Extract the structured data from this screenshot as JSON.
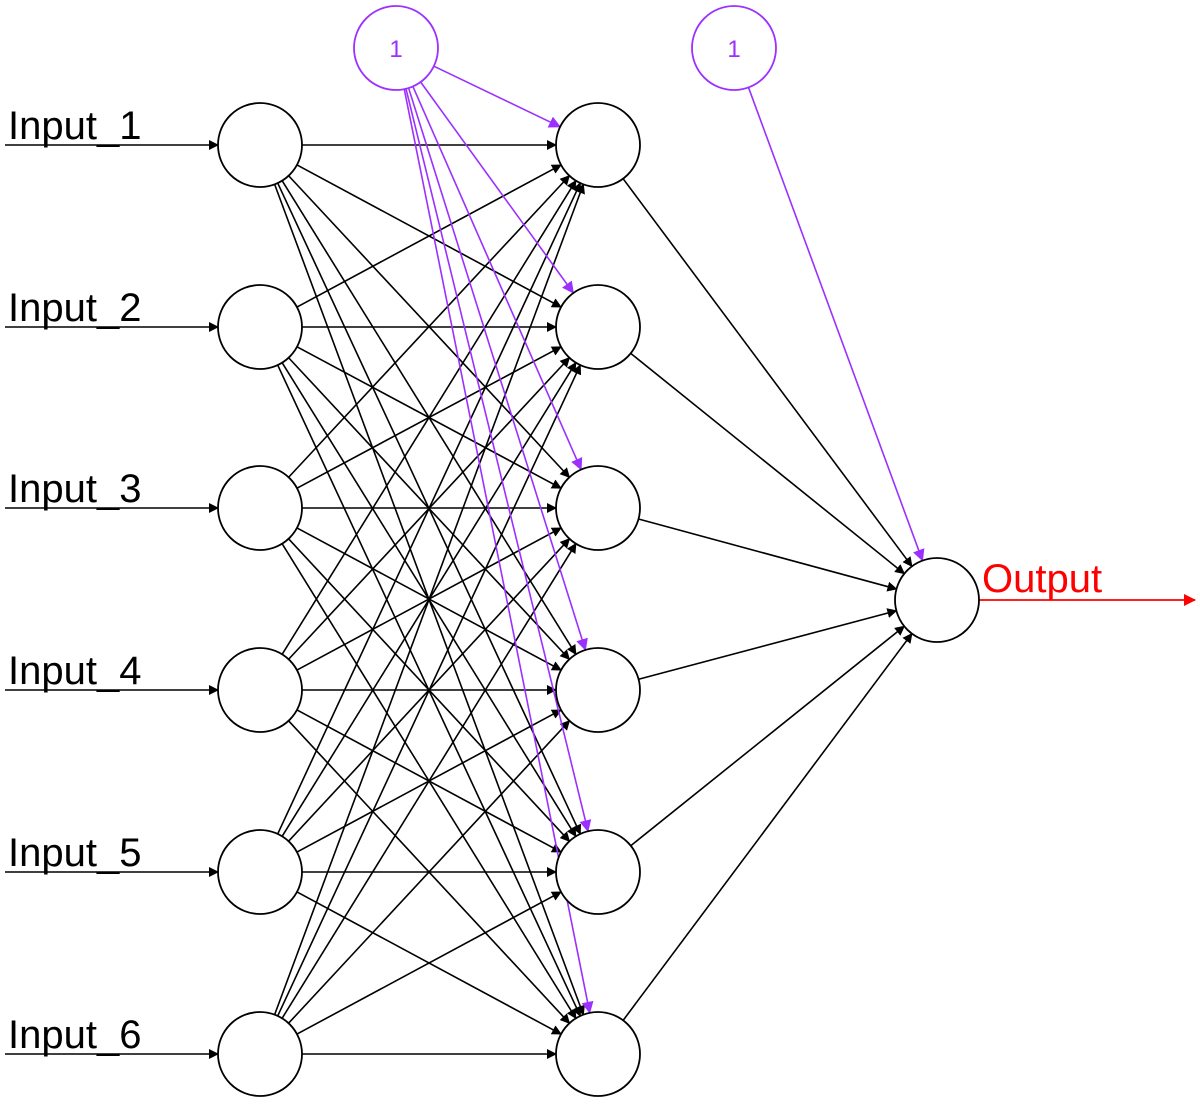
{
  "diagram": {
    "title": "Feed-forward neural network",
    "colors": {
      "edge": "#000000",
      "bias": "#9b30ff",
      "output": "#ff0000",
      "node_fill": "#ffffff"
    },
    "input_labels": [
      "Input_1",
      "Input_2",
      "Input_3",
      "Input_4",
      "Input_5",
      "Input_6"
    ],
    "layers": [
      {
        "name": "input",
        "size": 6
      },
      {
        "name": "hidden",
        "size": 6
      },
      {
        "name": "output",
        "size": 1
      }
    ],
    "bias_nodes": [
      {
        "label": "1",
        "feeds_layer": "hidden"
      },
      {
        "label": "1",
        "feeds_layer": "output"
      }
    ],
    "output_label": "Output"
  }
}
